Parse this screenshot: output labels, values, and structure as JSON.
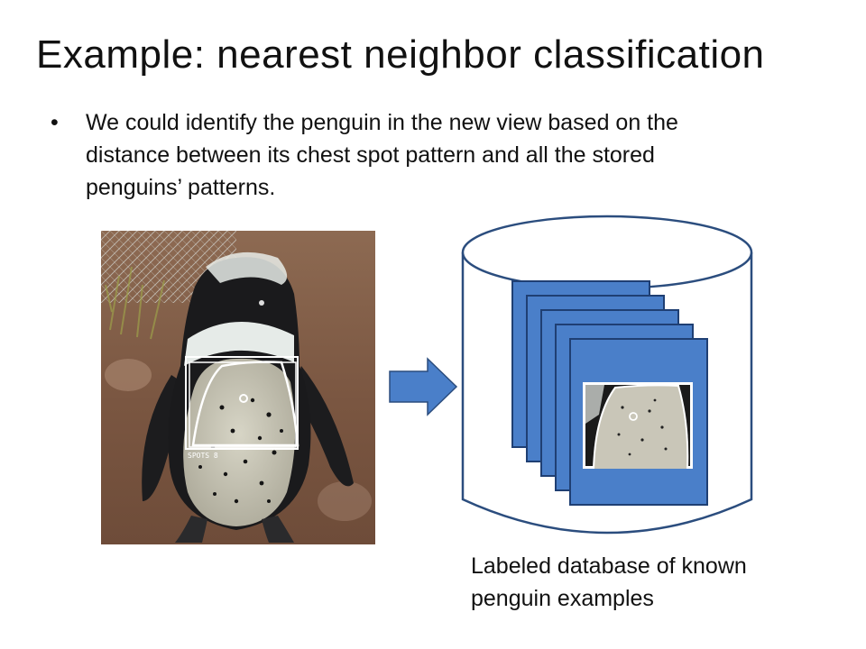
{
  "slide": {
    "title": "Example: nearest neighbor classification",
    "bullets": [
      {
        "marker": "•",
        "lines": [
          "We could identify the penguin in the new view based on the",
          "distance between its chest spot pattern and all the stored",
          "penguins’ patterns."
        ]
      }
    ]
  },
  "query_image": {
    "box_label": "SPOTS 8"
  },
  "database": {
    "caption_lines": [
      "Labeled database of known",
      "penguin examples"
    ]
  },
  "colors": {
    "card_fill": "#4a7fc9",
    "card_stroke": "#1f3f73",
    "cylinder_stroke": "#2b4d7e",
    "arrow_fill": "#4a7fc9"
  }
}
